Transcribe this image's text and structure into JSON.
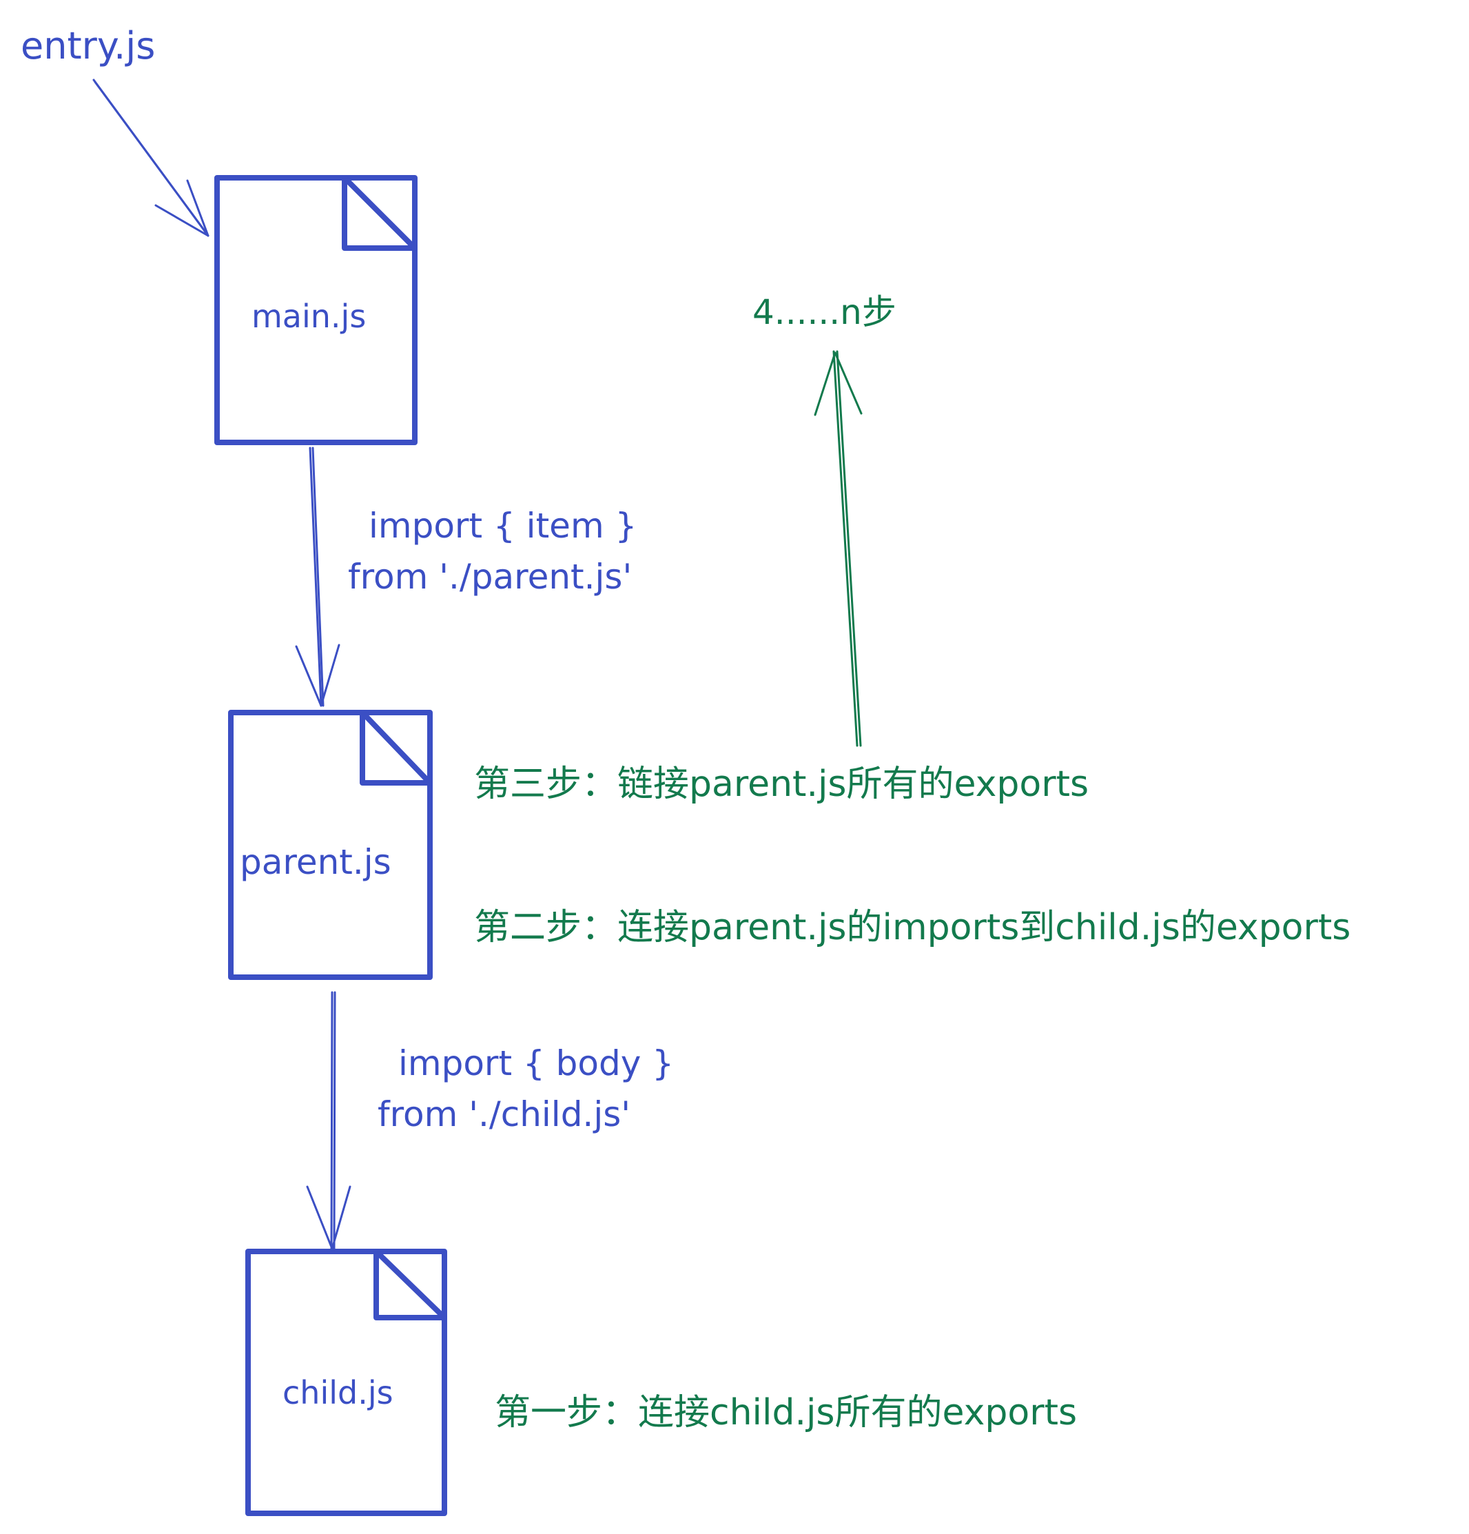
{
  "colors": {
    "blue": "#3b4fc4",
    "green": "#137a4d"
  },
  "entry_label": "entry.js",
  "files": {
    "main": "main.js",
    "parent": "parent.js",
    "child": "child.js"
  },
  "imports": {
    "main_to_parent": {
      "line1": "import { item }",
      "line2": "from './parent.js'"
    },
    "parent_to_child": {
      "line1": "import { body }",
      "line2": "from './child.js'"
    }
  },
  "steps": {
    "step1": "第一步：连接child.js所有的exports",
    "step2": "第二步：连接parent.js的imports到child.js的exports",
    "step3": "第三步：链接parent.js所有的exports",
    "step_n": "4......n步"
  }
}
